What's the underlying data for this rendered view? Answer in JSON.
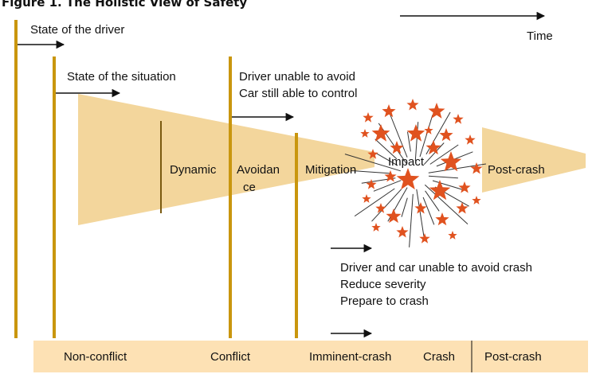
{
  "figure": {
    "title": "Figure 1. The Holistic View of Safety",
    "time_label": "Time",
    "driver_state_label": "State of the driver",
    "situation_state_label": "State of the situation",
    "conflict_note": [
      "Driver unable to avoid",
      "Car still able to control"
    ],
    "crash_note": [
      "Driver and car unable to avoid crash",
      "Reduce severity",
      "Prepare to crash"
    ],
    "wedge_labels": {
      "dynamic": "Dynamic",
      "avoidance": [
        "Avoidan",
        "ce"
      ],
      "mitigation": "Mitigation",
      "impact": "Impact",
      "post_crash": "Post-crash"
    },
    "phases": [
      "Non-conflict",
      "Conflict",
      "Imminent-crash",
      "Crash",
      "Post-crash"
    ],
    "colors": {
      "wedge": "#f3d69c",
      "bar": "#c9960e",
      "phase_band": "#fde1b4",
      "star": "#e0521f"
    }
  }
}
